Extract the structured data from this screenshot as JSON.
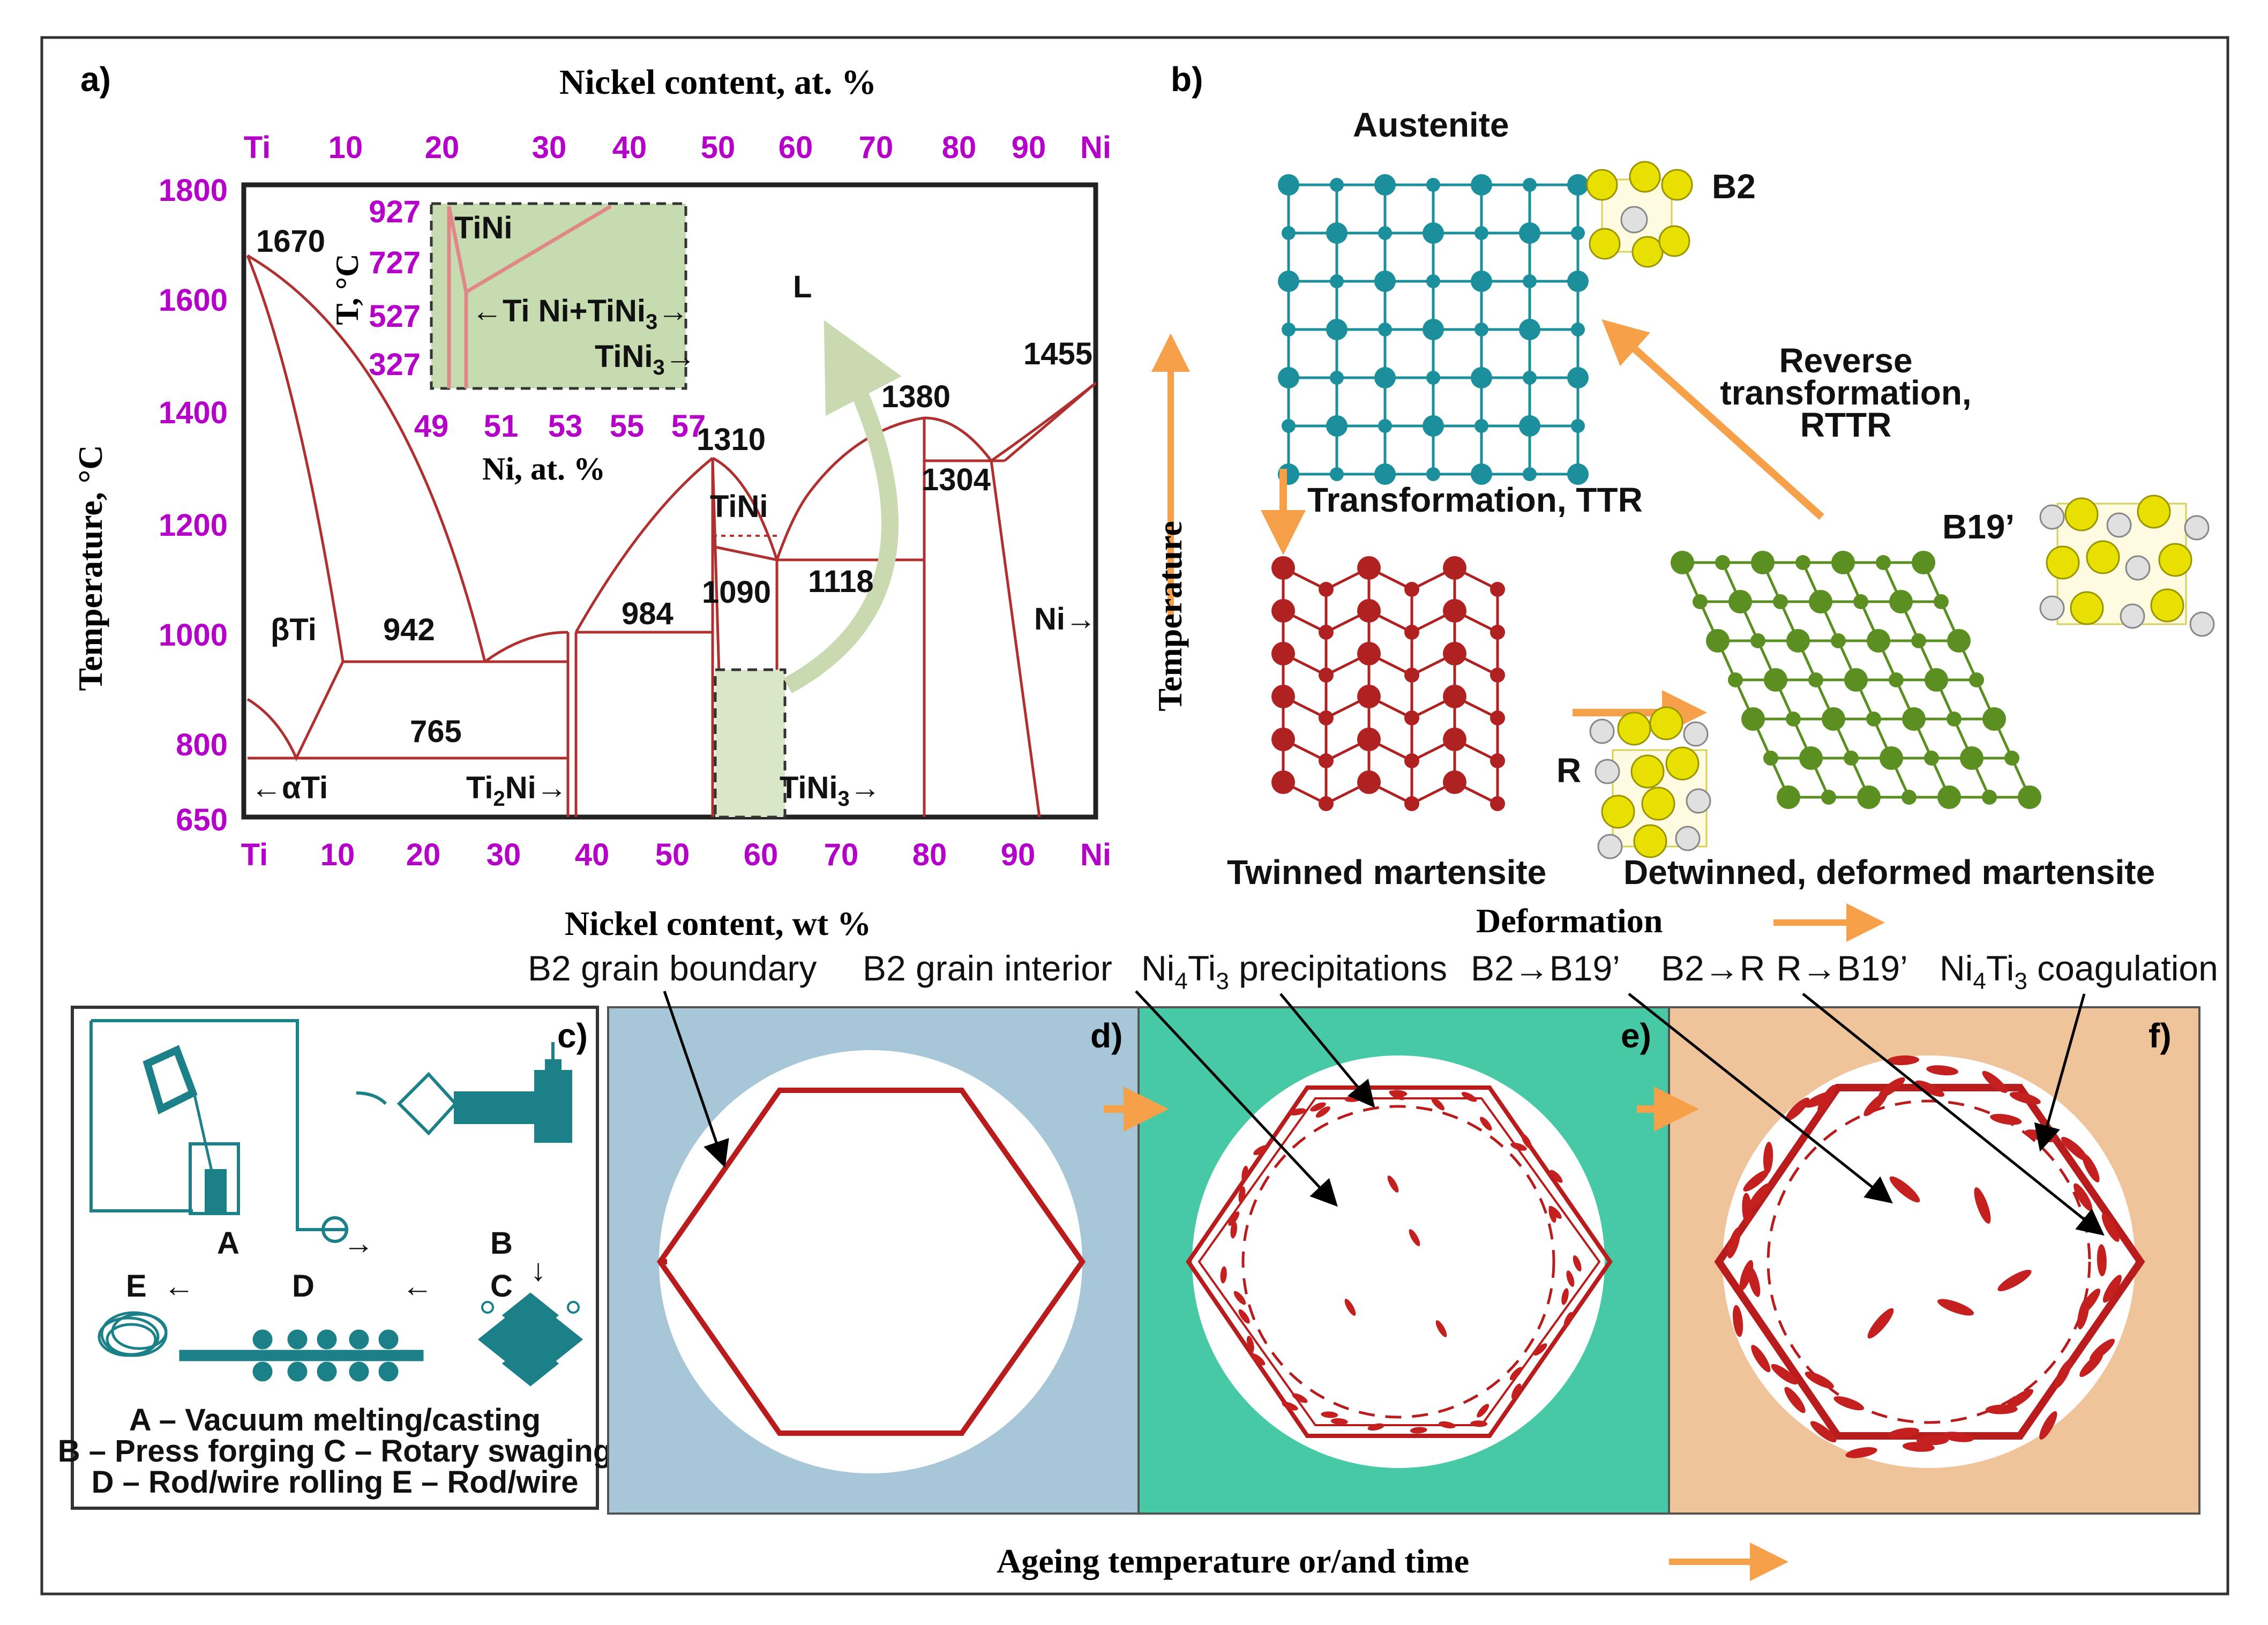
{
  "colors": {
    "tick": "#b400c8",
    "phase_line": "#b03030",
    "inset_fill": "#c6dcb0",
    "austenite": "#1b8f9c",
    "twinned": "#b02222",
    "detwinned": "#5b8f22",
    "arrow_orange": "#f7a04a",
    "panel_d_bg": "#a7c6d8",
    "panel_e_bg": "#47c9a6",
    "panel_f_bg": "#f0c49b",
    "grain_line": "#b81c1c",
    "process_teal": "#1b8088"
  },
  "panel_a": {
    "label": "a)",
    "top_axis_title": "Nickel content, at. %",
    "top_ticks": [
      "Ti",
      "10",
      "20",
      "30",
      "40",
      "50",
      "60",
      "70",
      "80",
      "90",
      "Ni"
    ],
    "left_axis_title": "Temperature, °C",
    "left_ticks": [
      "1800",
      "1600",
      "1400",
      "1200",
      "1000",
      "800",
      "650"
    ],
    "bottom_ticks": [
      "Ti",
      "10",
      "20",
      "30",
      "40",
      "50",
      "60",
      "70",
      "80",
      "90",
      "Ni"
    ],
    "bottom_axis_title": "Nickel content, wt %",
    "labels": {
      "t1670": "1670",
      "L": "L",
      "t1380": "1380",
      "t1455": "1455",
      "t1310": "1310",
      "t1304": "1304",
      "TiNi": "TiNi",
      "t1090": "1090",
      "t1118": "1118",
      "t984": "984",
      "betaTi": "βTi",
      "t942": "942",
      "Ni_arrow": "Ni→",
      "t765": "765",
      "alphaTi": "←αTi",
      "Ti2Ni_base": "Ti",
      "Ti2Ni_sub": "2",
      "Ti2Ni_tail": "Ni→",
      "TiNi3_base": "TiNi",
      "TiNi3_sub": "3",
      "TiNi3_tail": "→"
    },
    "inset": {
      "y_title": "T, °C",
      "y_ticks": [
        "927",
        "727",
        "527",
        "327"
      ],
      "x_ticks": [
        "49",
        "51",
        "53",
        "55",
        "57"
      ],
      "x_title": "Ni, at. %",
      "label_tini": "TiNi",
      "label_mix_a": "←Ti Ni+TiNi",
      "label_mix_sub": "3",
      "label_mix_b": "→",
      "label_tini3_base": "TiNi",
      "label_tini3_sub": "3",
      "label_tini3_tail": "→"
    }
  },
  "panel_b": {
    "label": "b)",
    "austenite": "Austenite",
    "b2": "B2",
    "reverse_line1": "Reverse",
    "reverse_line2": "transformation,",
    "reverse_line3": "RTTR",
    "transformation": "Transformation, TTR",
    "b19": "B19’",
    "r_label": "R",
    "temperature": "Temperature",
    "twinned": "Twinned martensite",
    "detwinned": "Detwinned, deformed martensite",
    "deformation": "Deformation"
  },
  "panel_c": {
    "label": "c)",
    "letters": {
      "A": "A",
      "B": "B",
      "C": "C",
      "D": "D",
      "E": "E"
    },
    "arrow_right": "→",
    "arrow_down": "↓",
    "arrow_left": "←",
    "legend": [
      "A – Vacuum melting/casting",
      "B – Press forging    C – Rotary swaging",
      "D – Rod/wire rolling    E –  Rod/wire"
    ]
  },
  "panel_def": {
    "label_d": "d)",
    "label_e": "e)",
    "label_f": "f)",
    "captions": {
      "grain_boundary": "B2 grain boundary",
      "grain_interior": "B2 grain interior",
      "precip_a": "Ni",
      "precip_sub1": "4",
      "precip_b": "Ti",
      "precip_sub2": "3",
      "precip_c": " precipitations",
      "b2_b19": "B2→B19’",
      "b2_r": "B2→R",
      "r_b19": "R→B19’",
      "coag_a": "Ni",
      "coag_sub1": "4",
      "coag_b": "Ti",
      "coag_sub2": "3",
      "coag_c": " coagulation"
    },
    "ageing": "Ageing temperature or/and time"
  }
}
